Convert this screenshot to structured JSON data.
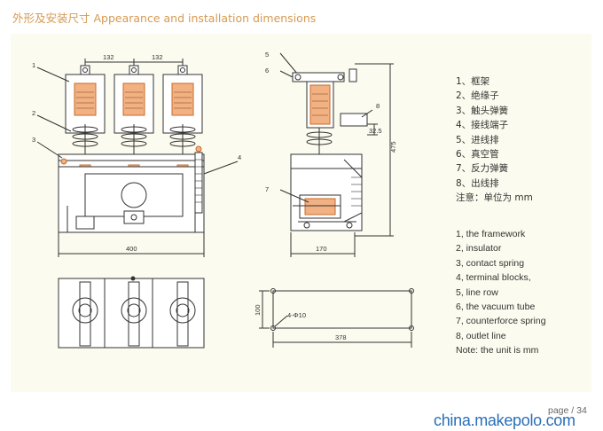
{
  "header": {
    "title": "外形及安装尺寸 Appearance and installation dimensions"
  },
  "drawing": {
    "front_view": {
      "dim_top_left": "132",
      "dim_top_right": "132",
      "dim_width": "400",
      "callouts": [
        "1",
        "2",
        "3",
        "4"
      ]
    },
    "side_view": {
      "dim_height": "475",
      "dim_offset": "32.5",
      "dim_base": "170",
      "callouts": [
        "5",
        "6",
        "7",
        "8"
      ]
    },
    "mounting_view": {
      "dim_height": "100",
      "hole_note": "4-Φ10",
      "dim_length": "378"
    }
  },
  "legend": {
    "chinese": [
      "1、框架",
      "2、绝缘子",
      "3、触头弹簧",
      "4、接线端子",
      "5、进线排",
      "6、真空管",
      "7、反力弹簧",
      "8、出线排",
      "注意：单位为 mm"
    ],
    "english": [
      "1, the framework",
      "2, insulator",
      "3, contact spring",
      "4, terminal blocks,",
      "5, line row",
      "6, the vacuum tube",
      "7, counterforce spring",
      "8, outlet line",
      "Note: the unit is mm"
    ]
  },
  "footer": {
    "page": "page / 34",
    "watermark": "china.makepolo.com"
  },
  "colors": {
    "title": "#d69a52",
    "panel": "#fbfbef",
    "watermark": "#2a6fb8",
    "ink": "#333333"
  }
}
